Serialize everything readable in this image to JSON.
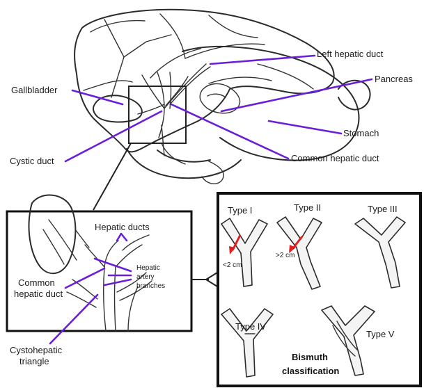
{
  "labels": {
    "left_hepatic_duct": "Left hepatic duct",
    "pancreas": "Pancreas",
    "gallbladder": "Gallbladder",
    "stomach": "Stomach",
    "cystic_duct": "Cystic duct",
    "common_hepatic_duct": "Common hepatic duct"
  },
  "inset": {
    "hepatic_ducts": "Hepatic ducts",
    "hepatic_artery_1": "Hepatic",
    "hepatic_artery_2": "artery",
    "hepatic_artery_3": "branches",
    "common_hepatic_duct_1": "Common",
    "common_hepatic_duct_2": "hepatic duct",
    "cystohepatic_1": "Cystohepatic",
    "cystohepatic_2": "triangle"
  },
  "bismuth": {
    "type_1": "Type I",
    "type_2": "Type II",
    "type_3": "Type III",
    "type_4": "Type IV",
    "type_5": "Type V",
    "measure_1": "<2 cm",
    "measure_2": ">2 cm",
    "title_1": "Bismuth",
    "title_2": "classification"
  },
  "colors": {
    "pointer": "#6a1ed8",
    "arrow": "#e02020",
    "ink": "#2b2b2b"
  }
}
